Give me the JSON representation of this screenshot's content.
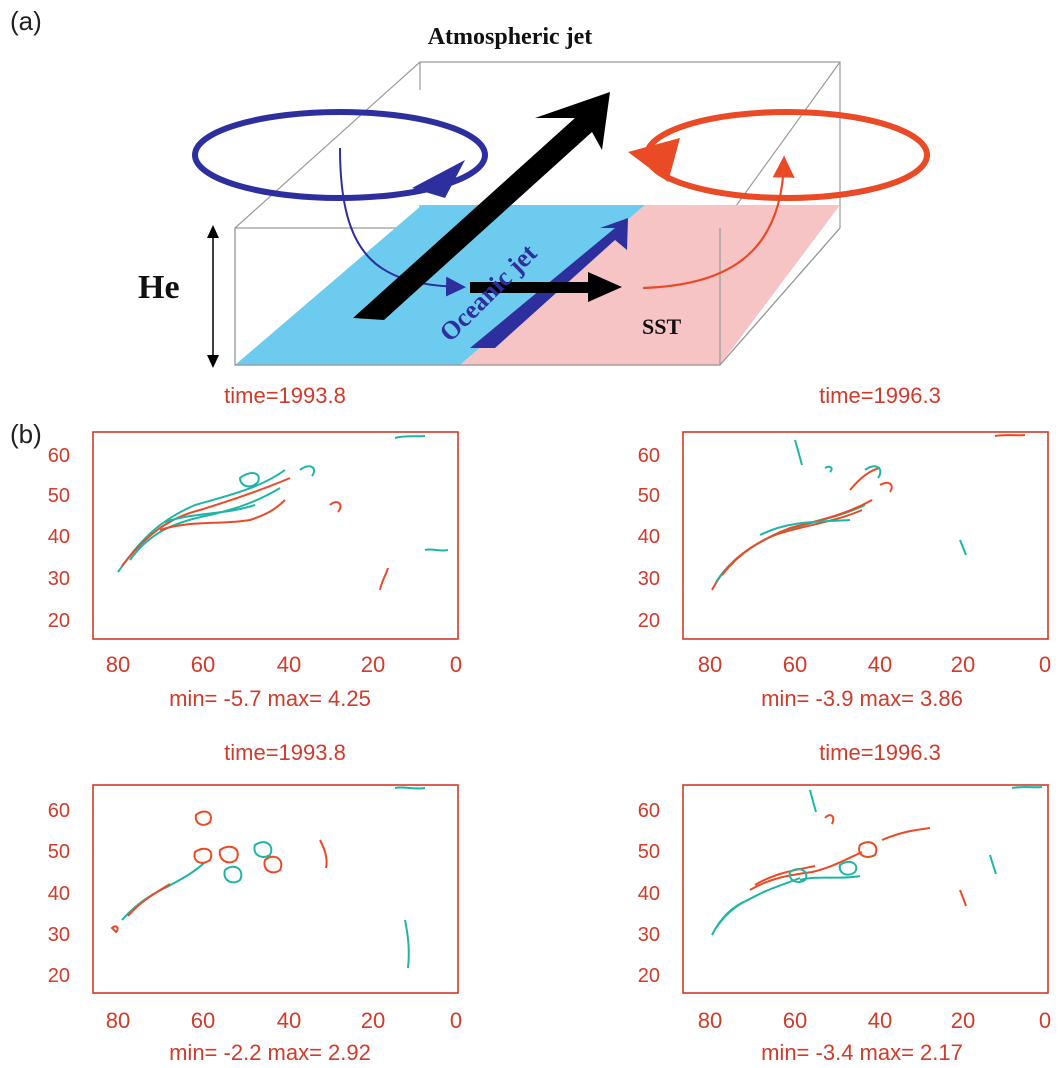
{
  "panel_a": {
    "label": "(a)",
    "title": "Atmospheric jet",
    "height_label": "He",
    "oceanic_jet_label": "Oceanic jet",
    "sst_label": "SST",
    "colors": {
      "cold_surface": "#6ccbee",
      "warm_surface": "#f6c4c4",
      "cyclone": "#2e2f9e",
      "anticyclone": "#ea4a25",
      "jet": "#000000",
      "oceanic_jet": "#2e2f9e"
    }
  },
  "panel_b": {
    "label": "(b)",
    "colors": {
      "axes": "#d23a2a",
      "positive": "#ea4a25",
      "negative": "#1fb5a5"
    },
    "plots": [
      {
        "time_label": "time=1993.8",
        "stats_label": "min=  -5.7 max=  4.25"
      },
      {
        "time_label": "time=1996.3",
        "stats_label": "min=  -3.9 max=  3.86"
      },
      {
        "time_label": "time=1993.8",
        "stats_label": "min=  -2.2 max=  2.92"
      },
      {
        "time_label": "time=1996.3",
        "stats_label": "min=  -3.4 max=  2.17"
      }
    ],
    "x_ticks": [
      "80",
      "60",
      "40",
      "20",
      "0"
    ],
    "y_ticks": [
      "60",
      "50",
      "40",
      "30",
      "20"
    ]
  }
}
